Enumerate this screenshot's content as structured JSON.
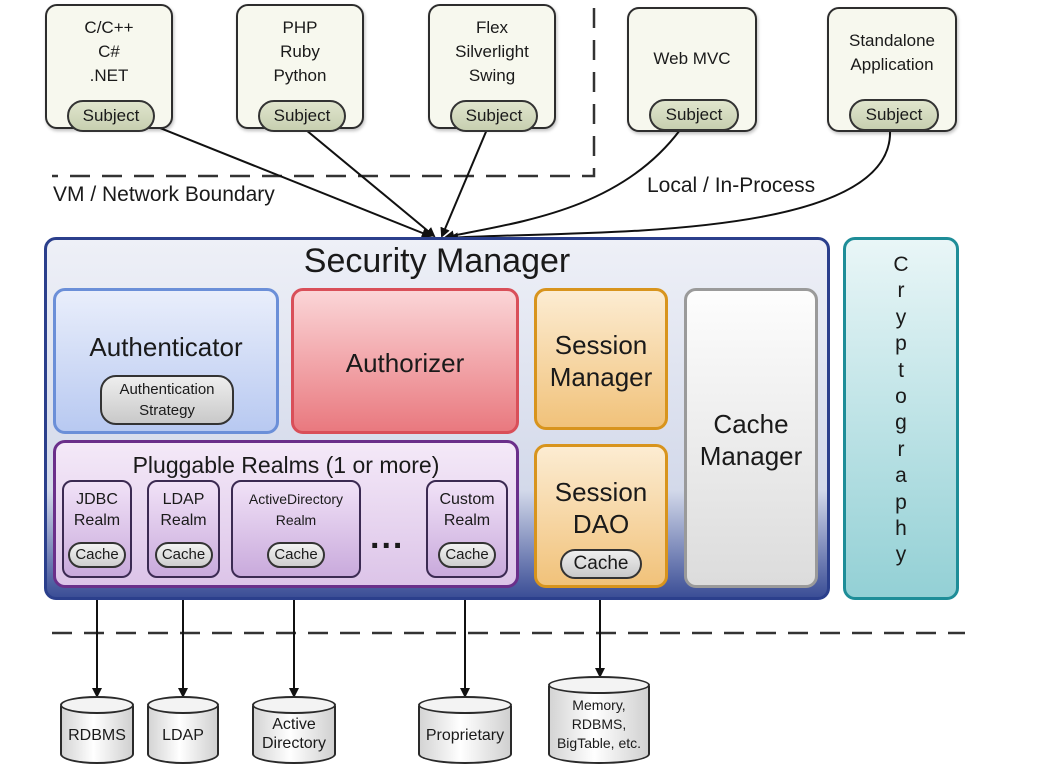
{
  "clients": [
    {
      "lines": "C/C++\nC#\n.NET",
      "subject": "Subject"
    },
    {
      "lines": "PHP\nRuby\nPython",
      "subject": "Subject"
    },
    {
      "lines": "Flex\nSilverlight\nSwing",
      "subject": "Subject"
    },
    {
      "lines": "Web MVC",
      "subject": "Subject"
    },
    {
      "lines": "Standalone\nApplication",
      "subject": "Subject"
    }
  ],
  "boundary_labels": {
    "network": "VM / Network Boundary",
    "local": "Local / In-Process"
  },
  "security_manager": {
    "title": "Security Manager",
    "authenticator": {
      "title": "Authenticator",
      "strategy": "Authentication\nStrategy"
    },
    "authorizer": {
      "title": "Authorizer"
    },
    "session_manager": {
      "title": "Session\nManager"
    },
    "session_dao": {
      "title": "Session\nDAO",
      "cache": "Cache"
    },
    "cache_manager": {
      "title": "Cache\nManager"
    },
    "realms": {
      "title": "Pluggable Realms (1 or more)",
      "items": [
        {
          "name": "JDBC\nRealm",
          "cache": "Cache"
        },
        {
          "name": "LDAP\nRealm",
          "cache": "Cache"
        },
        {
          "name": "ActiveDirectory\nRealm",
          "cache": "Cache"
        },
        {
          "name": "Custom\nRealm",
          "cache": "Cache"
        }
      ],
      "ellipsis": "..."
    }
  },
  "cryptography": {
    "letters": [
      "C",
      "r",
      "y",
      "p",
      "t",
      "o",
      "g",
      "r",
      "a",
      "p",
      "h",
      "y"
    ]
  },
  "datastores": [
    {
      "label": "RDBMS"
    },
    {
      "label": "LDAP"
    },
    {
      "label": "Active\nDirectory"
    },
    {
      "label": "Proprietary"
    },
    {
      "label": "Memory,\nRDBMS,\nBigTable, etc."
    }
  ]
}
